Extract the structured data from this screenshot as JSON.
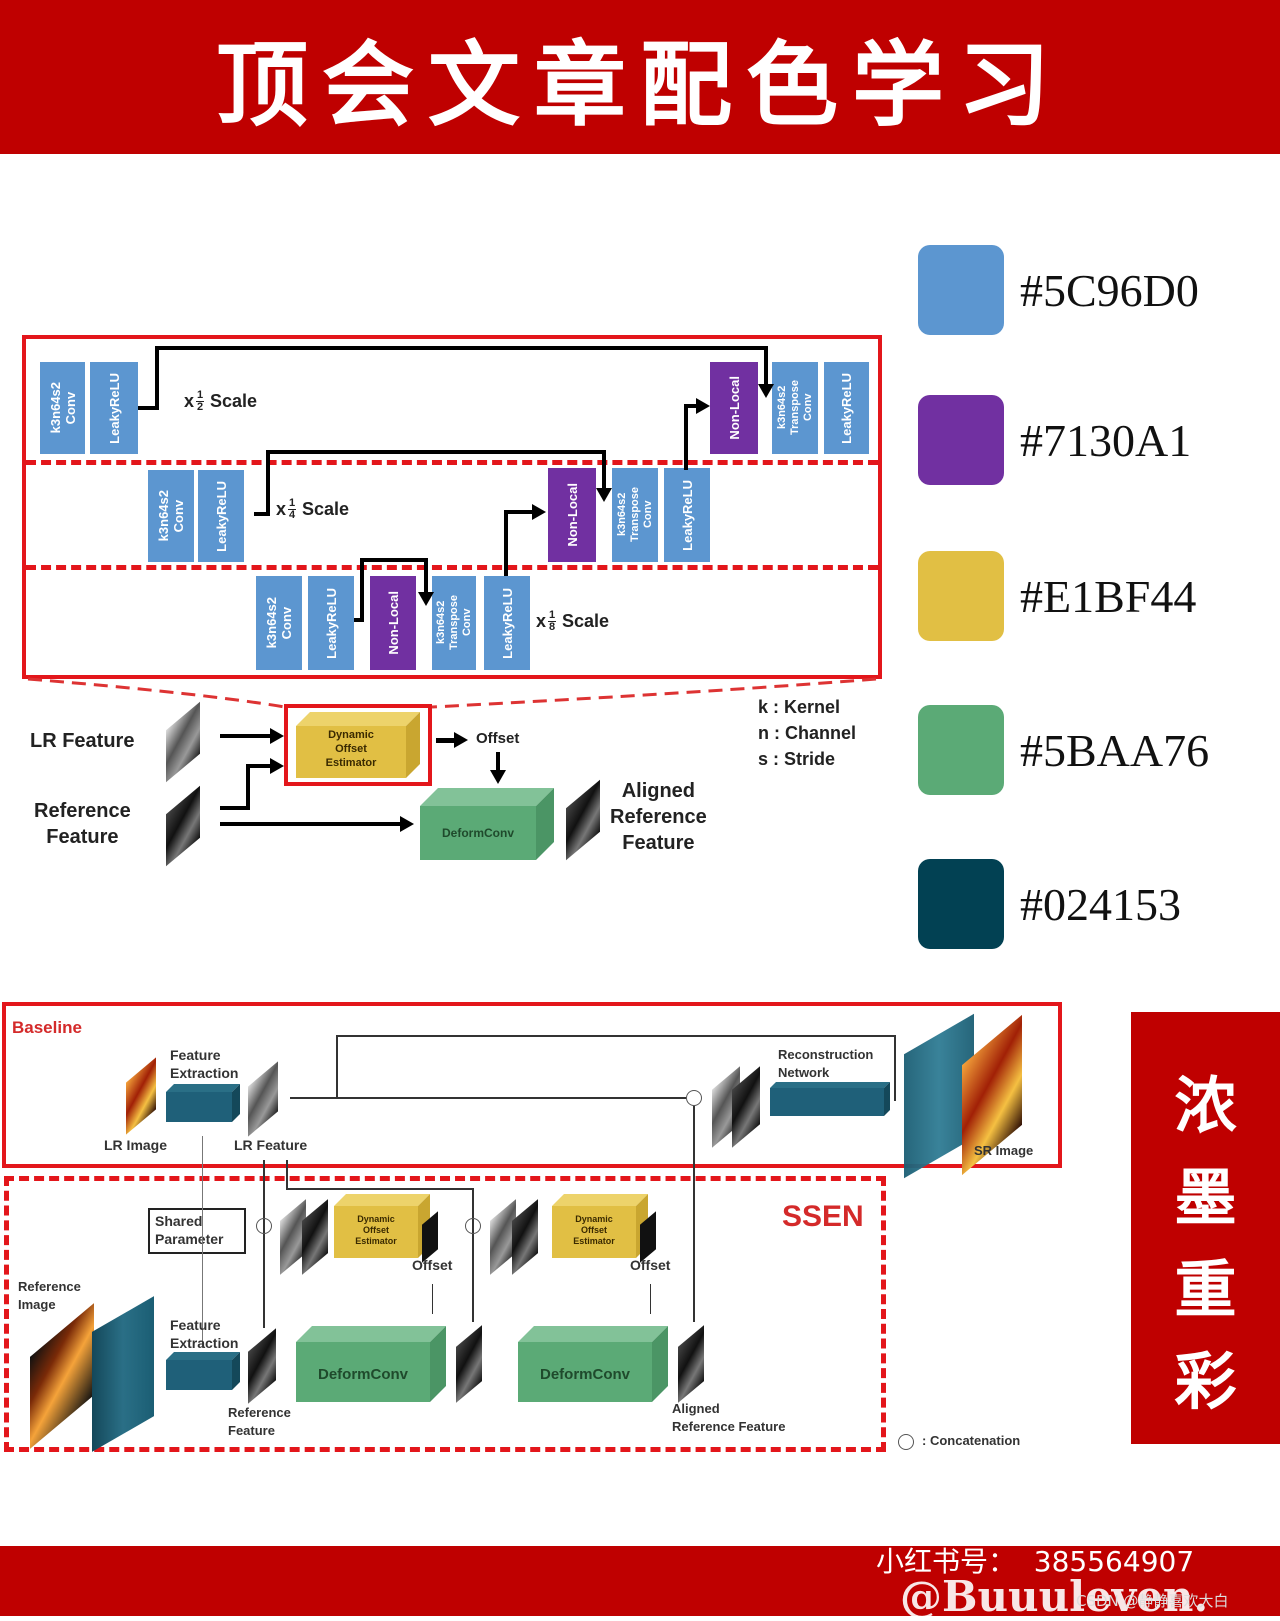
{
  "header": {
    "title": "顶会文章配色学习"
  },
  "palette": [
    {
      "hex": "#5C96D0",
      "color": "#5c96d0"
    },
    {
      "hex": "#7130A1",
      "color": "#7130a1"
    },
    {
      "hex": "#E1BF44",
      "color": "#e1bf44"
    },
    {
      "hex": "#5BAA76",
      "color": "#5baa76"
    },
    {
      "hex": "#024153",
      "color": "#024153"
    }
  ],
  "top_diagram": {
    "rows": [
      {
        "scale_prefix": "x",
        "scale_num": "1",
        "scale_den": "2",
        "scale_word": "Scale"
      },
      {
        "scale_prefix": "x",
        "scale_num": "1",
        "scale_den": "4",
        "scale_word": "Scale"
      },
      {
        "scale_prefix": "x",
        "scale_num": "1",
        "scale_den": "8",
        "scale_word": "Scale"
      }
    ],
    "blocks": {
      "conv": "k3n64s2\nConv",
      "relu": "LeakyReLU",
      "nonlocal": "Non-Local",
      "tconv": "k3n64s2\nTranspose\nConv"
    },
    "lr_feature": "LR Feature",
    "reference_feature": "Reference\nFeature",
    "dynamic_offset_estimator": "Dynamic\nOffset\nEstimator",
    "offset": "Offset",
    "deformconv": "DeformConv",
    "aligned_reference_feature": "Aligned\nReference\nFeature",
    "legend": [
      "k : Kernel",
      "n : Channel",
      "s : Stride"
    ]
  },
  "bottom_diagram": {
    "baseline_label": "Baseline",
    "feature_extraction": "Feature\nExtraction",
    "lr_image": "LR Image",
    "lr_feature": "LR Feature",
    "reconstruction_network": "Reconstruction\nNetwork",
    "sr_image": "SR Image",
    "ssen_label": "SSEN",
    "shared_parameter": "Shared\nParameter",
    "reference_image": "Reference\nImage",
    "feature_extraction_2": "Feature\nExtraction",
    "reference_feature": "Reference\nFeature",
    "dynamic_offset_estimator": "Dynamic\nOffset\nEstimator",
    "offset": "Offset",
    "deformconv": "DeformConv",
    "aligned_reference_feature": "Aligned\nReference  Feature",
    "concatenation_legend": ": Concatenation"
  },
  "side_banner": {
    "chars": [
      "浓",
      "墨",
      "重",
      "彩"
    ]
  },
  "footer": {
    "account": "小红书号：  385564907",
    "handle": "@Buuuleven.",
    "watermark": "CSDN @静静喜欢大白"
  }
}
